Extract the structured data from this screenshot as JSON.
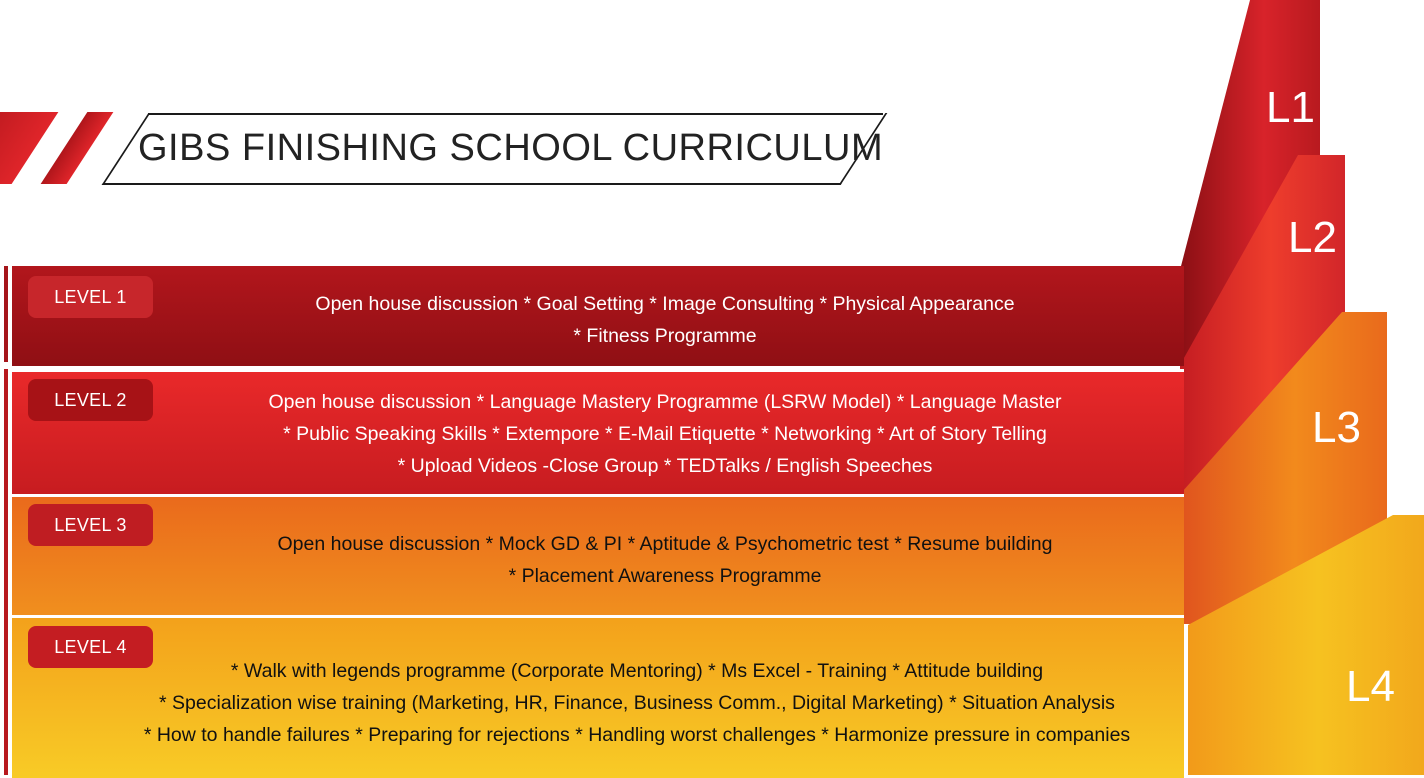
{
  "title": "GIBS FINISHING SCHOOL CURRICULUM",
  "steps": [
    "L1",
    "L2",
    "L3",
    "L4"
  ],
  "levels": [
    {
      "label": "LEVEL 1",
      "lines": [
        "Open house discussion * Goal Setting * Image Consulting * Physical Appearance",
        "* Fitness Programme"
      ]
    },
    {
      "label": "LEVEL 2",
      "lines": [
        "Open house discussion * Language  Mastery Programme  (LSRW Model) * Language Master",
        "* Public Speaking Skills * Extempore * E-Mail Etiquette * Networking * Art of Story Telling",
        "* Upload Videos -Close Group * TEDTalks / English Speeches"
      ]
    },
    {
      "label": "LEVEL 3",
      "lines": [
        "Open house discussion * Mock GD & PI * Aptitude &  Psychometric test * Resume building",
        "* Placement  Awareness Programme"
      ]
    },
    {
      "label": "LEVEL 4",
      "lines": [
        "* Walk with legends programme (Corporate Mentoring) * Ms Excel - Training  * Attitude building",
        "* Specialization wise  training (Marketing,  HR, Finance, Business Comm., Digital Marketing) * Situation Analysis",
        "* How to handle failures * Preparing for rejections * Handling worst challenges * Harmonize pressure in companies"
      ]
    }
  ],
  "colors": {
    "level1": "#a5151a",
    "level2": "#d8232a",
    "level3": "#ec7a1d",
    "level4": "#f6b822"
  }
}
